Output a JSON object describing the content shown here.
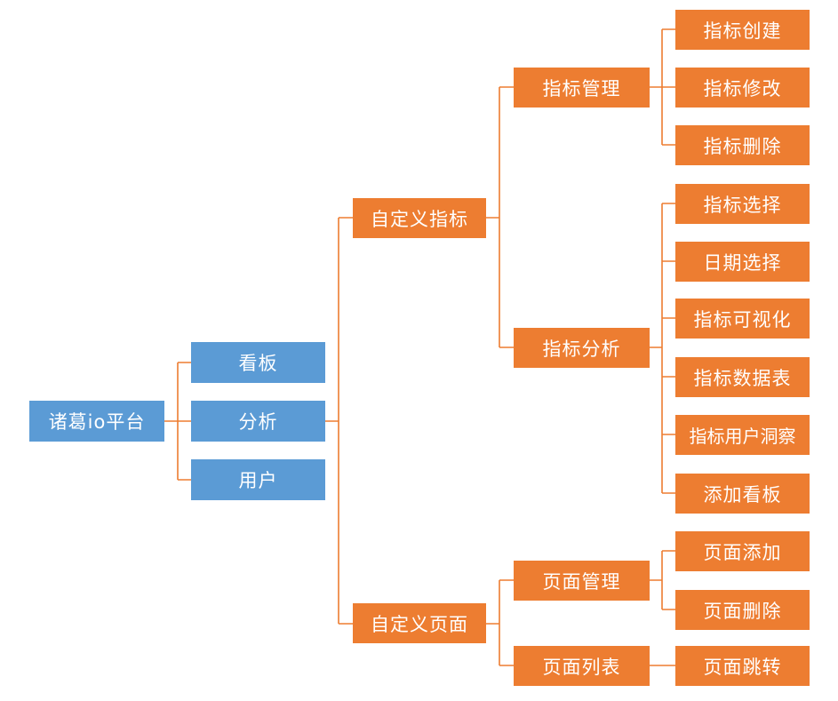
{
  "root": {
    "label": "诸葛io平台"
  },
  "level1": {
    "kanban": "看板",
    "fenxi": "分析",
    "yonghu": "用户"
  },
  "custom_metrics": {
    "label": "自定义指标",
    "metric_mgmt": {
      "label": "指标管理",
      "items": [
        "指标创建",
        "指标修改",
        "指标删除"
      ]
    },
    "metric_analysis": {
      "label": "指标分析",
      "items": [
        "指标选择",
        "日期选择",
        "指标可视化",
        "指标数据表",
        "指标用户洞察",
        "添加看板"
      ]
    }
  },
  "custom_pages": {
    "label": "自定义页面",
    "page_mgmt": {
      "label": "页面管理",
      "items": [
        "页面添加",
        "页面删除"
      ]
    },
    "page_list": {
      "label": "页面列表",
      "items": [
        "页面跳转"
      ]
    }
  },
  "colors": {
    "blue_node": "#5b9bd5",
    "orange_node": "#ed7d31",
    "connector": "#ed7d31"
  }
}
